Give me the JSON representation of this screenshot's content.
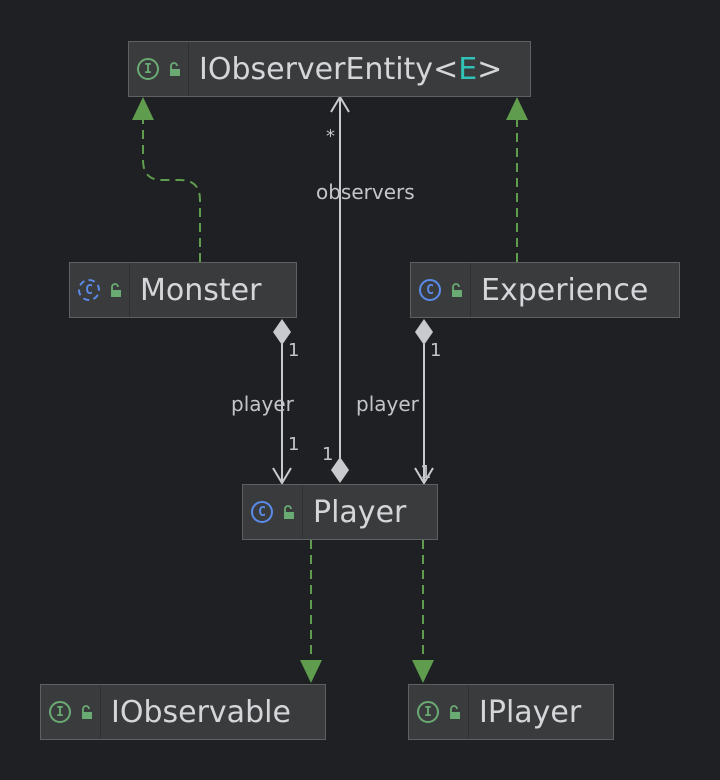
{
  "nodes": {
    "iobserver_entity": {
      "name": "IObserverEntity",
      "generic_open": "<",
      "generic_param": "E",
      "generic_close": ">",
      "kind": "interface",
      "kind_letter": "I"
    },
    "monster": {
      "name": "Monster",
      "kind": "class",
      "kind_letter": "C"
    },
    "experience": {
      "name": "Experience",
      "kind": "class",
      "kind_letter": "C"
    },
    "player": {
      "name": "Player",
      "kind": "class",
      "kind_letter": "C"
    },
    "iobservable": {
      "name": "IObservable",
      "kind": "interface",
      "kind_letter": "I"
    },
    "iplayer": {
      "name": "IPlayer",
      "kind": "interface",
      "kind_letter": "I"
    }
  },
  "edges": {
    "observers": {
      "label": "observers",
      "source_mult": "1",
      "target_mult": "*"
    },
    "monster_player": {
      "label": "player",
      "source_mult": "1",
      "target_mult": "1"
    },
    "experience_player": {
      "label": "player",
      "source_mult": "1",
      "target_mult": "1"
    }
  },
  "colors": {
    "background": "#1f2023",
    "node_fill": "#3a3b3d",
    "node_border": "#5e6062",
    "text": "#d4d6d9",
    "association": "#c8cacd",
    "realization": "#5f9c4d",
    "interface_icon": "#6aab73",
    "class_icon": "#5a8bea",
    "generic_param": "#2fc2b5"
  },
  "icons": {
    "interface": "interface-icon",
    "class": "class-icon",
    "visibility": "public-lock-icon"
  }
}
